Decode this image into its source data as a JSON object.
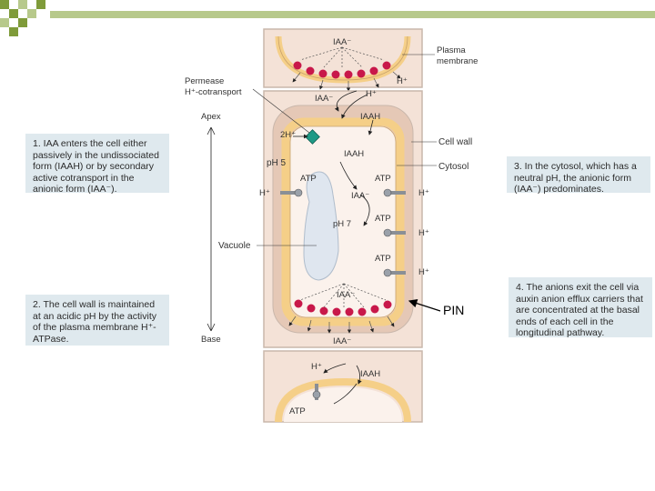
{
  "notes": [
    "1. IAA enters the cell either passively in the undissociated form (IAAH) or by secondary active cotransport in the anionic form (IAA⁻).",
    "2. The cell wall is maintained at an acidic pH by the activity of the plasma membrane H⁺-ATPase.",
    "3. In the cytosol, which has a neutral pH, the anionic form (IAA⁻) predominates.",
    "4. The anions exit the cell via auxin anion efflux carriers that are concentrated at the basal ends of each cell in the longitudinal pathway."
  ],
  "labels": {
    "plasma_membrane_1": "Plasma",
    "plasma_membrane_2": "membrane",
    "permease_1": "Permease",
    "permease_2": "H⁺-cotransport",
    "apex": "Apex",
    "base": "Base",
    "cell_wall": "Cell wall",
    "cytosol": "Cytosol",
    "vacuole": "Vacuole",
    "ph5": "pH 5",
    "ph7": "pH 7",
    "iaa_minus": "IAA⁻",
    "iaah": "IAAH",
    "h_plus": "H⁺",
    "two_h_plus": "2H⁺",
    "atp": "ATP",
    "pin": "PIN"
  },
  "colors": {
    "cell_fill": "#f4e2d7",
    "cell_outline": "#c9b7ab",
    "wall_band": "#f5cf88",
    "cytosol": "#fbf2ec",
    "vacuole": "#dfe6ef",
    "carrier": "#c8184a",
    "permease": "#1f9a86",
    "note_bg": "#dfe9ee",
    "corner_green": "#7f9b3a"
  }
}
